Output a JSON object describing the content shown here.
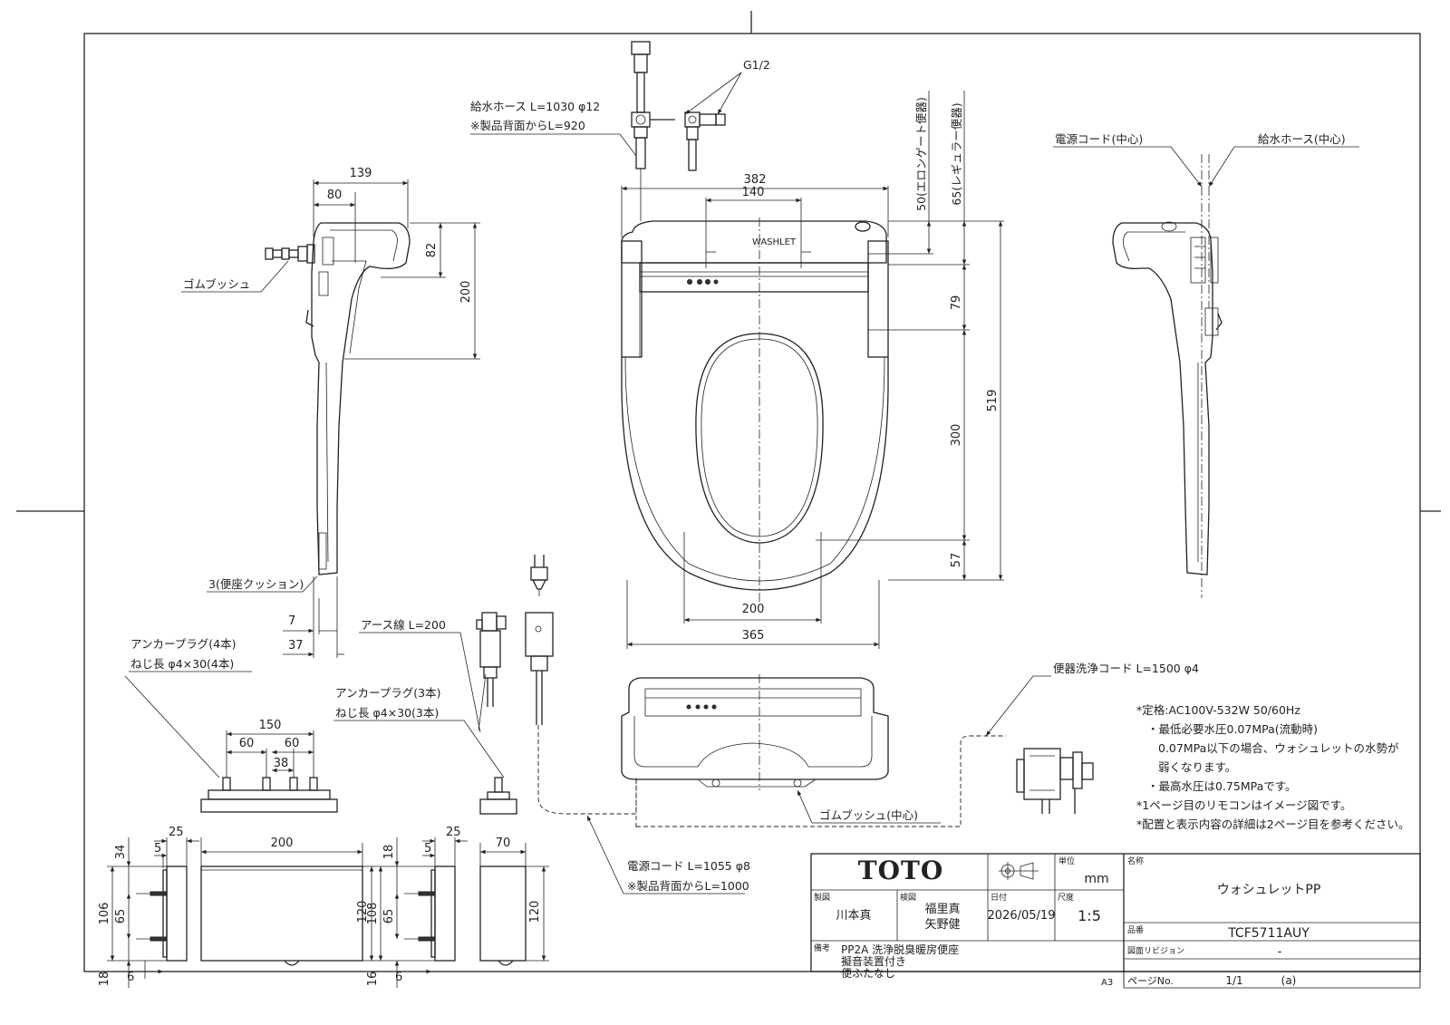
{
  "labels": {
    "supply_hose": "給水ホース L=1030 φ12",
    "supply_hose_note": "※製品背面からL=920",
    "g12": "G1/2",
    "elongated": "50(エロンゲート便器)",
    "regular": "65(レギュラー便器)",
    "rubber_bush": "ゴムブッシュ",
    "rubber_bush_center": "ゴムブッシュ(中心)",
    "power_cord_center": "電源コード(中心)",
    "hose_center": "給水ホース(中心)",
    "cushion": "3(便座クッション)",
    "earth_wire": "アース線 L=200",
    "anchor4_a": "アンカープラグ(4本)",
    "anchor4_b": "ねじ長 φ4×30(4本)",
    "anchor3_a": "アンカープラグ(3本)",
    "anchor3_b": "ねじ長 φ4×30(3本)",
    "flush_cord": "便器洗浄コード L=1500 φ4",
    "power_cord": "電源コード L=1055 φ8",
    "power_cord_note": "※製品背面からL=1000",
    "a3": "A3"
  },
  "dimensions": {
    "d139": "139",
    "d80": "80",
    "d82": "82",
    "d200v": "200",
    "d382": "382",
    "d140": "140",
    "d79": "79",
    "d300": "300",
    "d519": "519",
    "d57": "57",
    "d200h": "200",
    "d365": "365",
    "d7": "7",
    "d37": "37",
    "d150": "150",
    "d60a": "60",
    "d60b": "60",
    "d38": "38",
    "d25a": "25",
    "d5a": "5",
    "d200b": "200",
    "d34": "34",
    "d106": "106",
    "d65a": "65",
    "d120a": "120",
    "d18a": "18",
    "d6a": "6",
    "d25b": "25",
    "d5b": "5",
    "d70": "70",
    "d18b": "18",
    "d108": "108",
    "d65b": "65",
    "d120b": "120",
    "d16": "16",
    "d6b": "6"
  },
  "spec_notes": [
    "*定格:AC100V-532W 50/60Hz",
    "・最低必要水圧0.07MPa(流動時)",
    "0.07MPa以下の場合、ウォシュレットの水勢が",
    "弱くなります。",
    "・最高水圧は0.75MPaです。",
    "*1ページ目のリモコンはイメージ図です。",
    "*配置と表示内容の詳細は2ページ目を参考ください。"
  ],
  "title_block": {
    "logo": "TOTO",
    "unit_label": "単位",
    "unit": "mm",
    "name_label": "名称",
    "name": "ウォシュレットPP",
    "drawn_label": "製図",
    "drawn": "川本真",
    "checked_label": "検図",
    "checked_1": "福里真",
    "checked_2": "矢野健",
    "date_label": "日付",
    "date": "2026/05/19",
    "scale_label": "尺度",
    "scale": "1:5",
    "part_label": "品番",
    "part": "TCF5711AUY",
    "remarks_label": "備考",
    "remarks_1": "PP2A 洗浄脱臭暖房便座",
    "remarks_2": "擬音装置付き",
    "remarks_3": "便ふたなし",
    "revision_label": "図面リビジョン",
    "revision": "-",
    "page_label": "ページNo.",
    "page": "1/1",
    "page_code": "(a)"
  },
  "icons": [
    "projection-symbol-icon",
    "toto-washlet-logo"
  ]
}
